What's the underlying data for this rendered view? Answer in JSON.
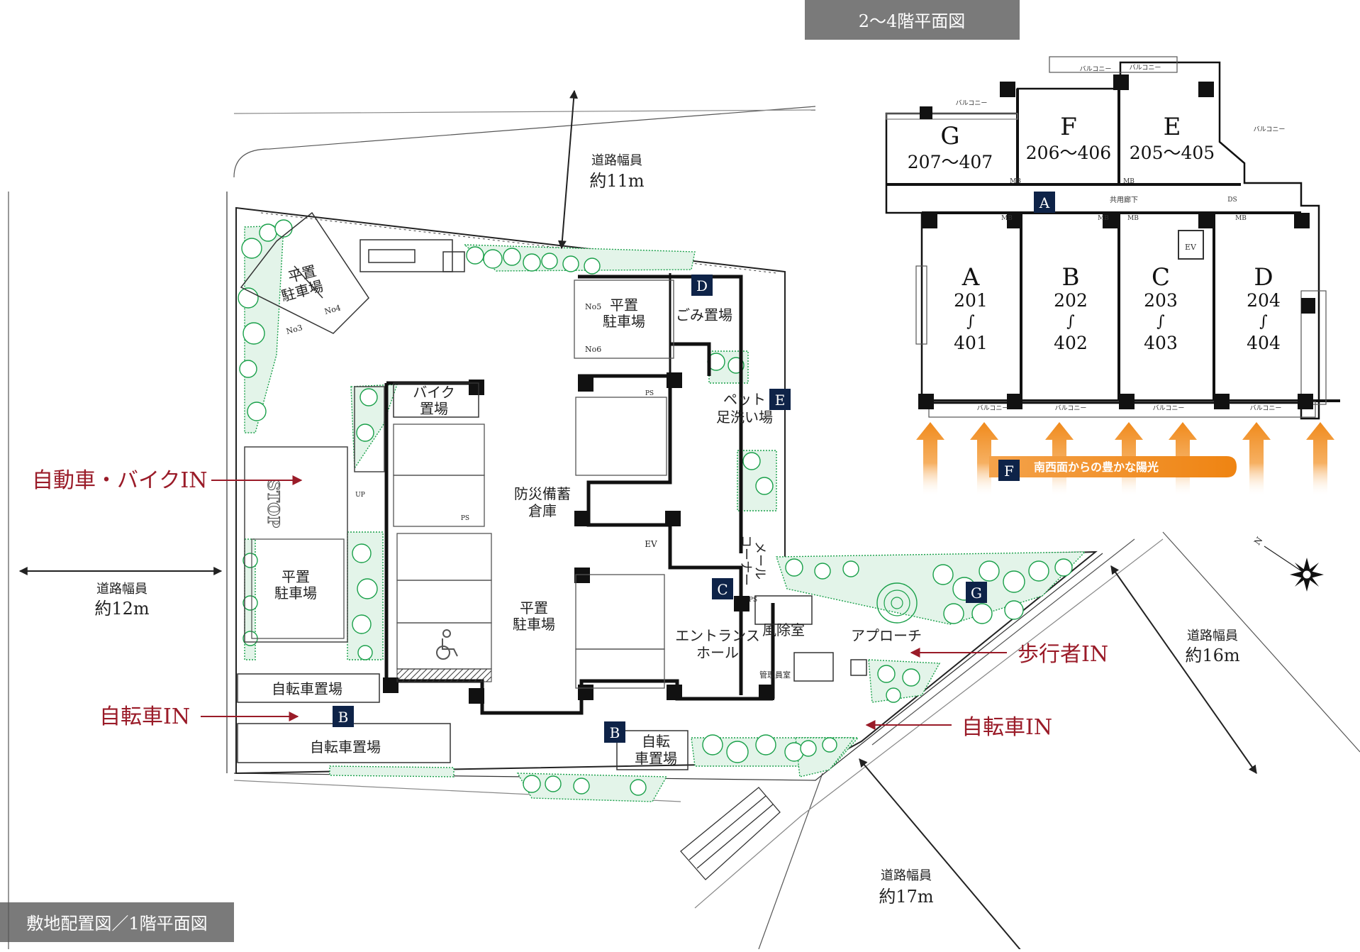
{
  "captions": {
    "upper": "2〜4階平面図",
    "lower": "敷地配置図／1階平面図"
  },
  "roads": {
    "north": {
      "label": "道路幅員",
      "value": "約11m"
    },
    "west": {
      "label": "道路幅員",
      "value": "約12m"
    },
    "east": {
      "label": "道路幅員",
      "value": "約16m"
    },
    "south": {
      "label": "道路幅員",
      "value": "約17m"
    }
  },
  "entries": {
    "car": "自動車・バイクIN",
    "bike_west": "自転車IN",
    "pedestrian": "歩行者IN",
    "bike_east": "自転車IN"
  },
  "site": {
    "parking_1": {
      "line1": "平置",
      "line2": "駐車場"
    },
    "parking_2": {
      "line1": "平置",
      "line2": "駐車場"
    },
    "parking_3": {
      "line1": "平置",
      "line2": "駐車場"
    },
    "parking_4": {
      "line1": "平置",
      "line2": "駐車場"
    },
    "garbage": "ごみ置場",
    "bike_parking_line1": "バイク",
    "bike_parking_line2": "置場",
    "bicycle_1": "自転車置場",
    "bicycle_2": "自転車置場",
    "bicycle_3_line1": "自転",
    "bicycle_3_line2": "車置場",
    "storage_line1": "防災備蓄",
    "storage_line2": "倉庫",
    "pet_line1": "ペット",
    "pet_line2": "足洗い場",
    "mail_line1": "メール",
    "mail_line2": "コーナー",
    "entrance_line1": "エントランス",
    "entrance_line2": "ホール",
    "windbreak": "風除室",
    "manager": "管理員室",
    "approach": "アプローチ",
    "stop": "STOP",
    "ev": "EV",
    "up": "UP",
    "ps": "PS",
    "no3": "No3",
    "no4": "No4",
    "no5": "No5",
    "no6": "No6"
  },
  "markers": {
    "d": "D",
    "e": "E",
    "c": "C",
    "g": "G",
    "b1": "B",
    "b2": "B",
    "a_upper": "A",
    "f_upper": "F"
  },
  "upper_floor": {
    "units": [
      {
        "letter": "G",
        "rooms": "207〜407"
      },
      {
        "letter": "F",
        "rooms": "206〜406"
      },
      {
        "letter": "E",
        "rooms": "205〜405"
      },
      {
        "letter": "A",
        "top": "201",
        "bottom": "401"
      },
      {
        "letter": "B",
        "top": "202",
        "bottom": "402"
      },
      {
        "letter": "C",
        "top": "203",
        "bottom": "403"
      },
      {
        "letter": "D",
        "top": "204",
        "bottom": "404"
      }
    ],
    "tilde": "∫",
    "balcony": "バルコニー",
    "corridor": "共用廊下",
    "mb": "MB",
    "ds": "DS",
    "ev": "EV",
    "sunlight": "南西面からの豊かな陽光"
  },
  "compass": {
    "north": "N"
  },
  "colors": {
    "navy": "#0e2348",
    "red": "#9a1b28",
    "green": "#1aa04a",
    "green_fill": "#e3f4e9",
    "caption_bg": "#7a7a7a",
    "orange": "#f08a1c"
  }
}
